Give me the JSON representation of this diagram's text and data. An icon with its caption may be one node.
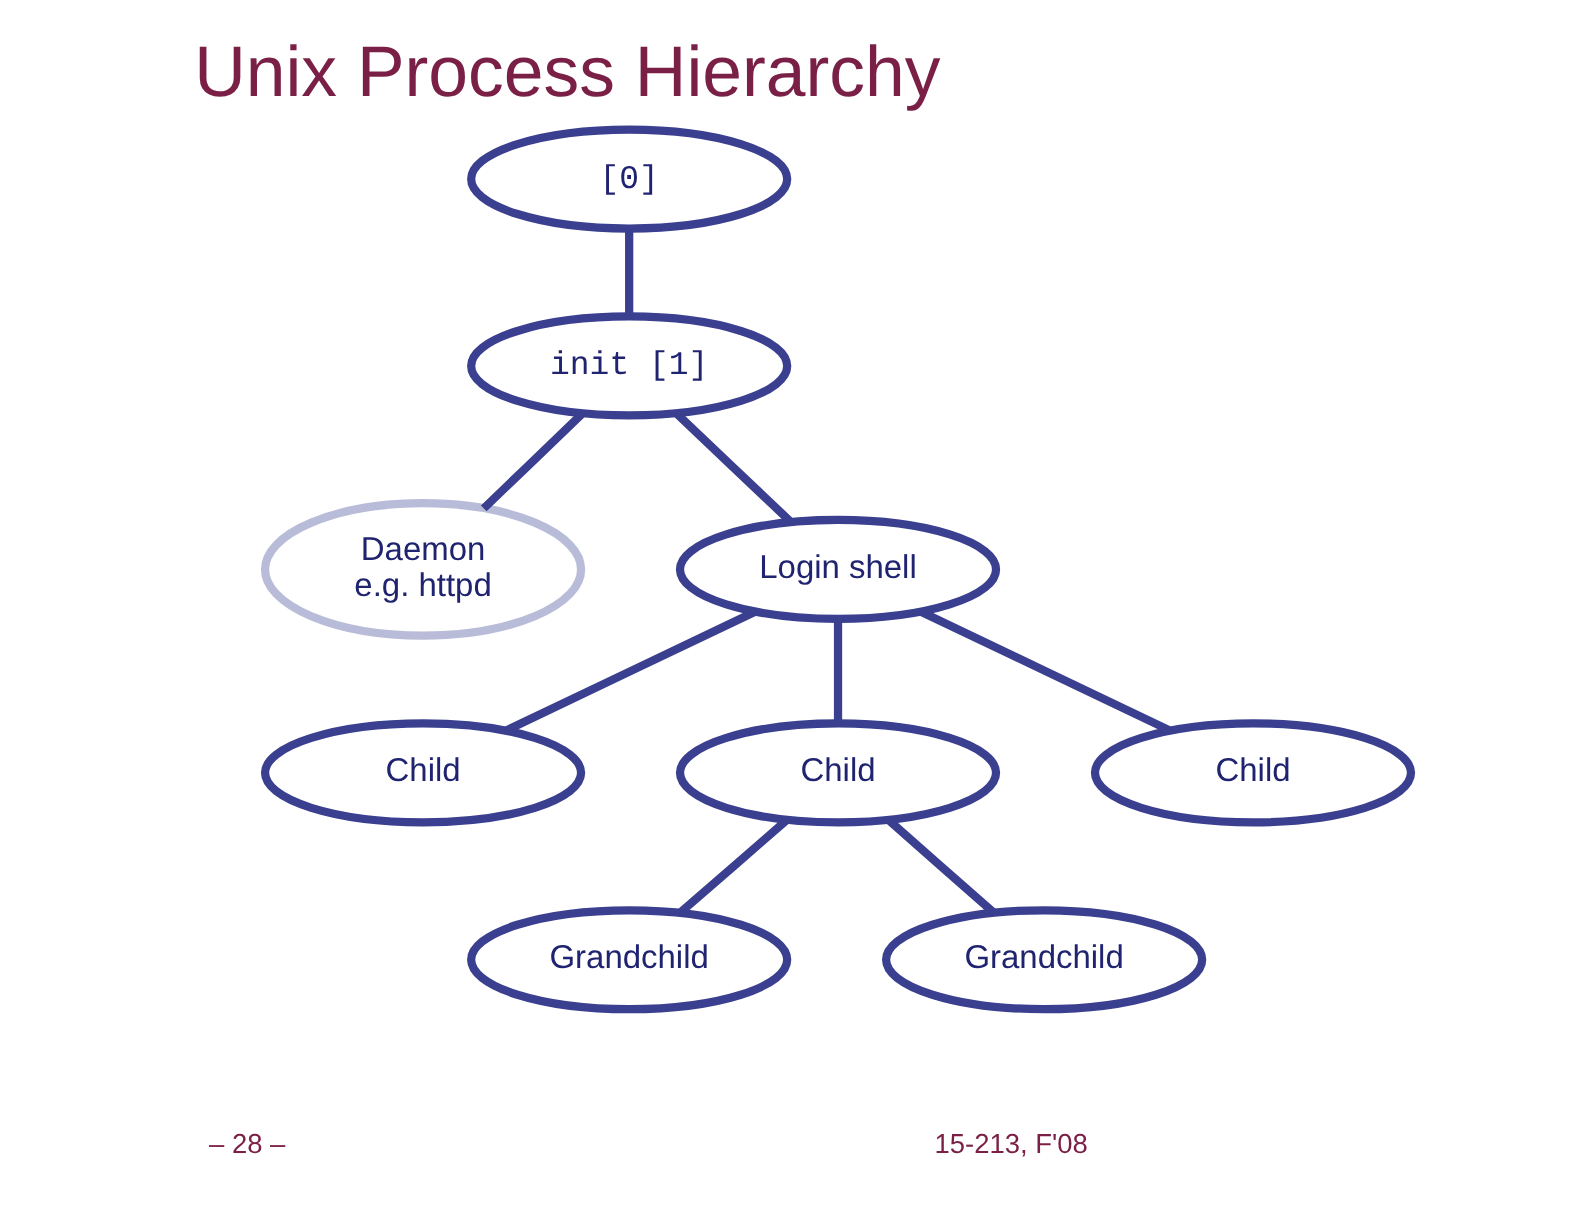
{
  "diagram": {
    "title": "Unix Process Hierarchy",
    "nodes": [
      {
        "text": [
          "[0]"
        ]
      },
      {
        "text": [
          "init [1]"
        ]
      },
      {
        "text": [
          "Daemon",
          "e.g. httpd"
        ]
      },
      {
        "text": [
          "Login shell"
        ]
      },
      {
        "text": [
          "Child"
        ]
      },
      {
        "text": [
          "Child"
        ]
      },
      {
        "text": [
          "Child"
        ]
      },
      {
        "text": [
          "Grandchild"
        ]
      },
      {
        "text": [
          "Grandchild"
        ]
      }
    ],
    "edges": [
      {
        "from": 0,
        "to": 1,
        "arrow": "none"
      },
      {
        "from": 1,
        "to": 2,
        "arrow": "none"
      },
      {
        "from": 1,
        "to": 3,
        "arrow": "none"
      },
      {
        "from": 3,
        "to": 4,
        "arrow": "none"
      },
      {
        "from": 3,
        "to": 5,
        "arrow": "none"
      },
      {
        "from": 3,
        "to": 6,
        "arrow": "none"
      },
      {
        "from": 5,
        "to": 7,
        "arrow": "none"
      },
      {
        "from": 5,
        "to": 8,
        "arrow": "none"
      }
    ],
    "labels": [
      "– 28 –",
      "15-213, F'08"
    ]
  }
}
